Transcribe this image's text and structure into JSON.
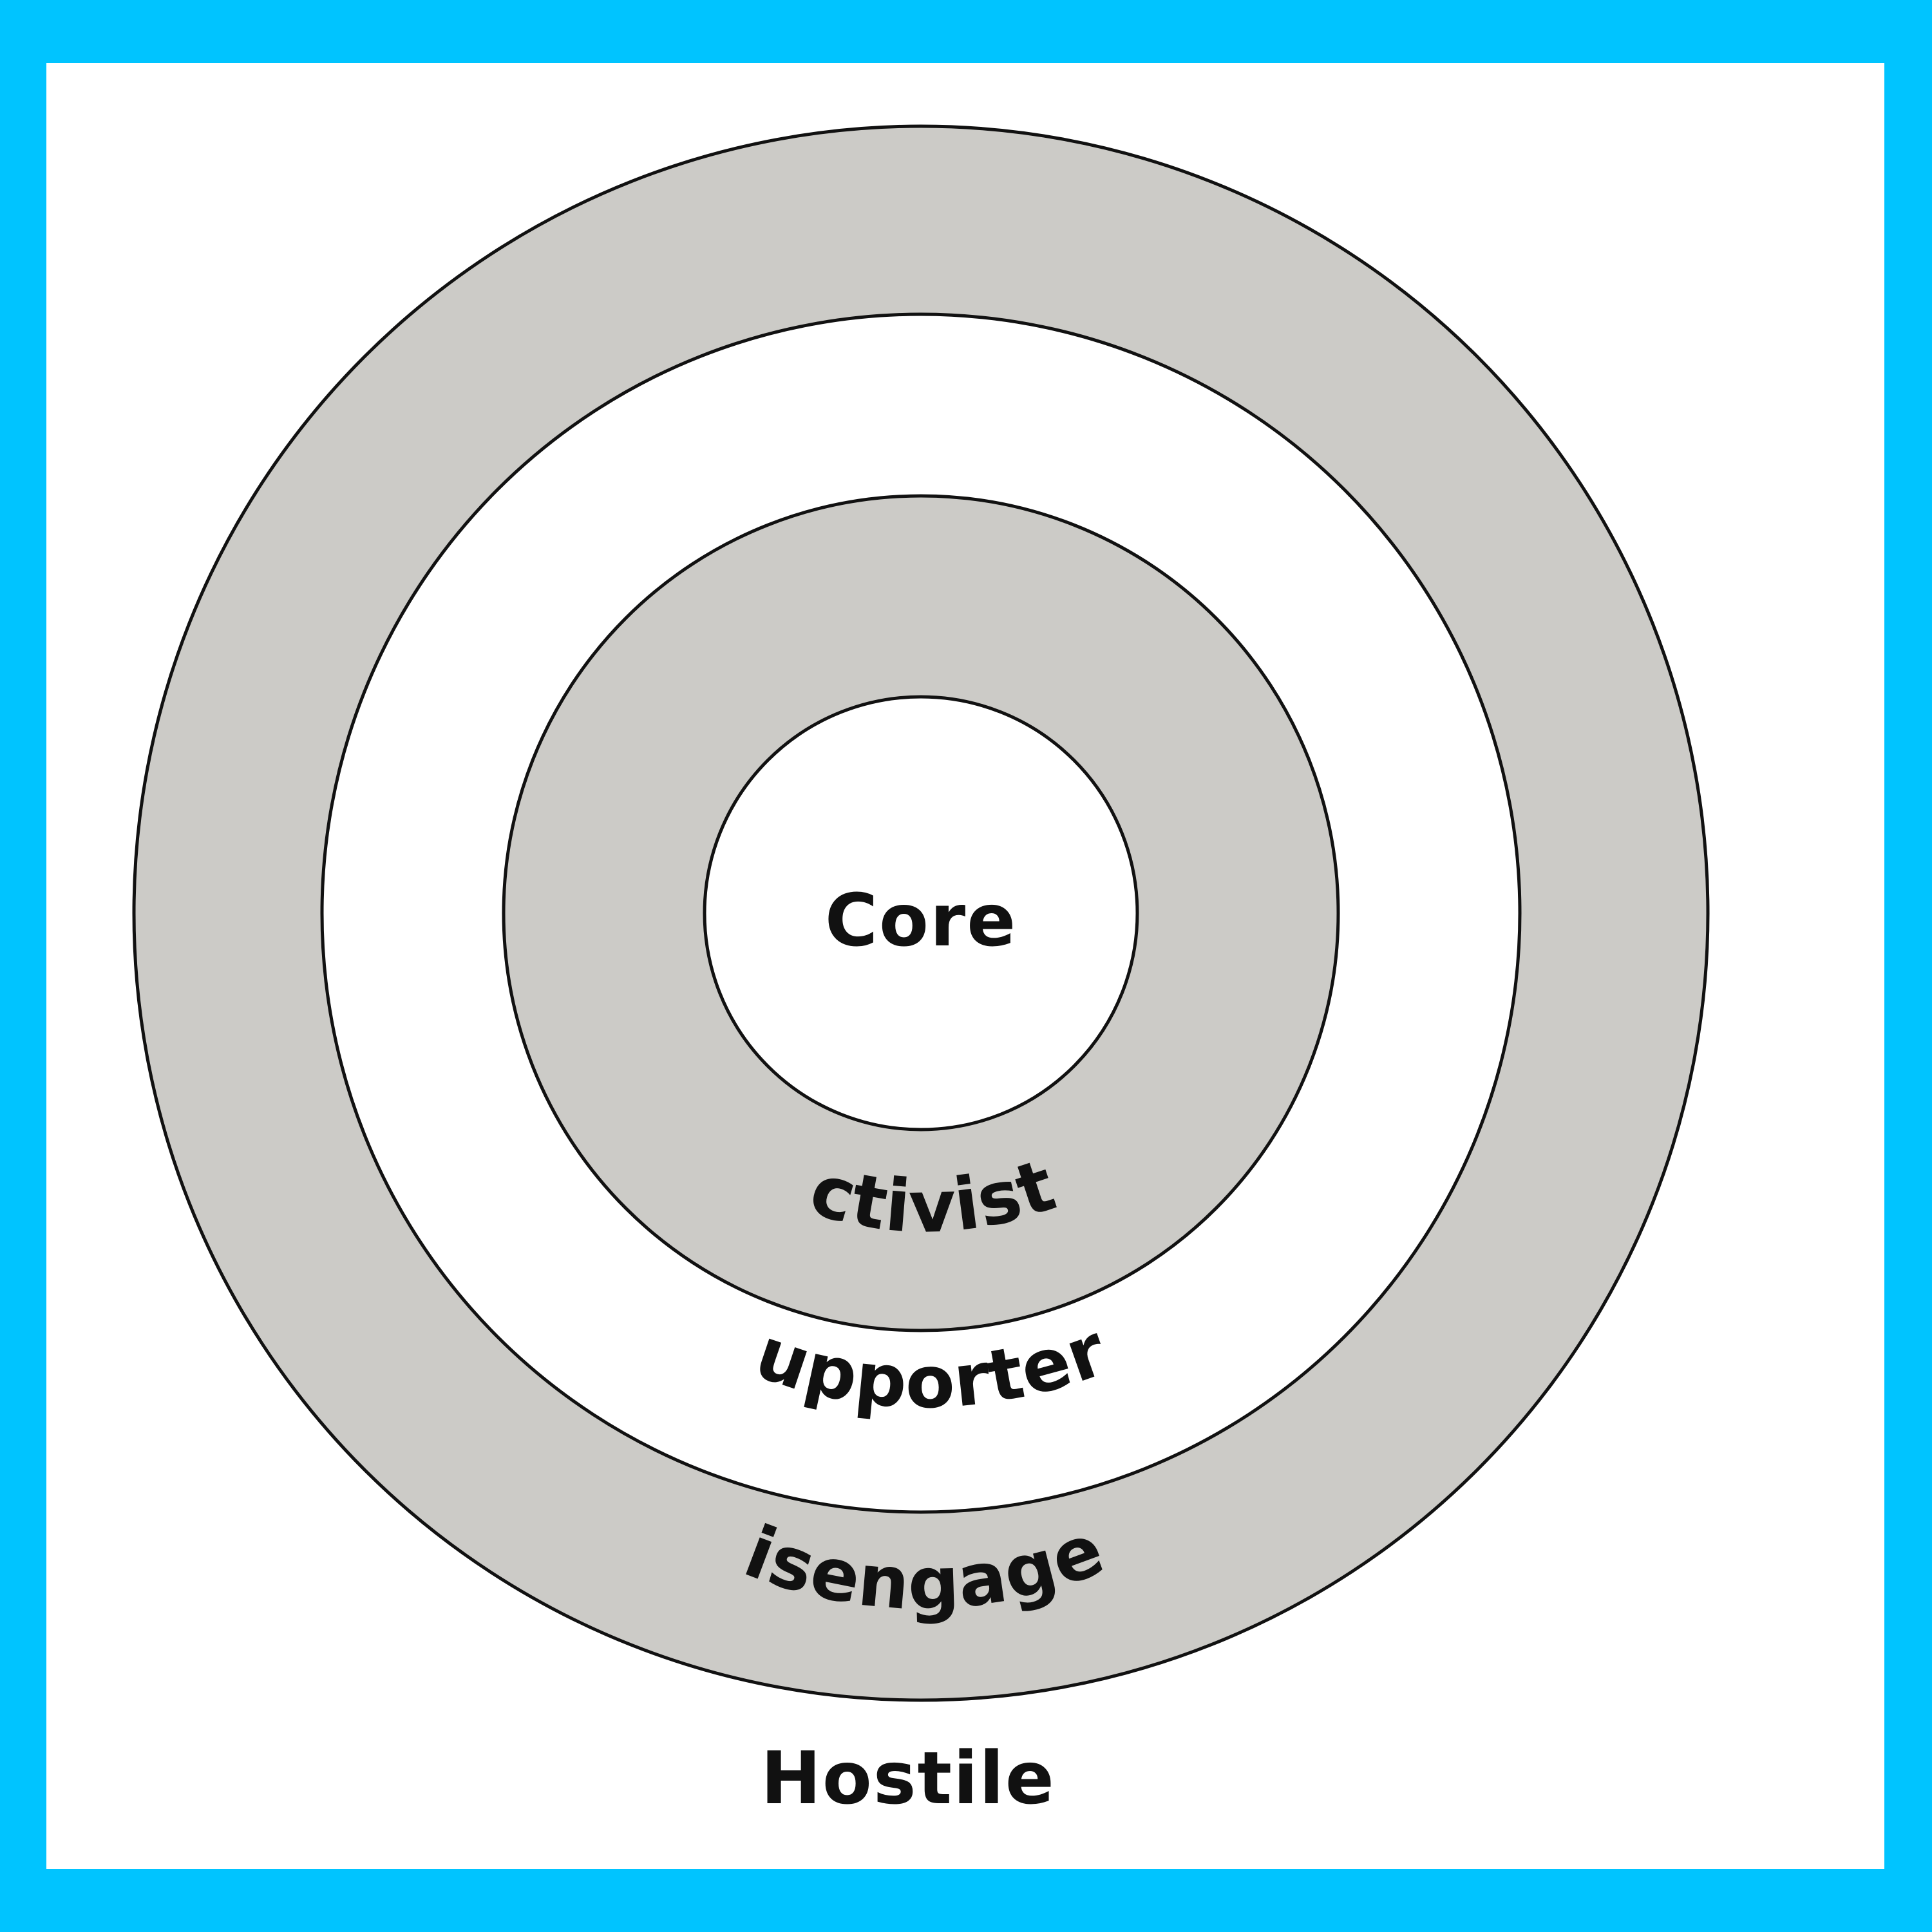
{
  "colors": {
    "background": "#00c4ff",
    "panel": "#ffffff",
    "ring_fill_gray": "#cccbc7",
    "ring_fill_white": "#ffffff",
    "ring_stroke": "#111111",
    "label_text": "#111111"
  },
  "rings": [
    {
      "label": "Hostile",
      "fill": "none"
    },
    {
      "label": "Disengaged",
      "fill": "gray"
    },
    {
      "label": "Supporters",
      "fill": "white"
    },
    {
      "label": "Activists",
      "fill": "gray"
    },
    {
      "label": "Core",
      "fill": "white"
    }
  ]
}
